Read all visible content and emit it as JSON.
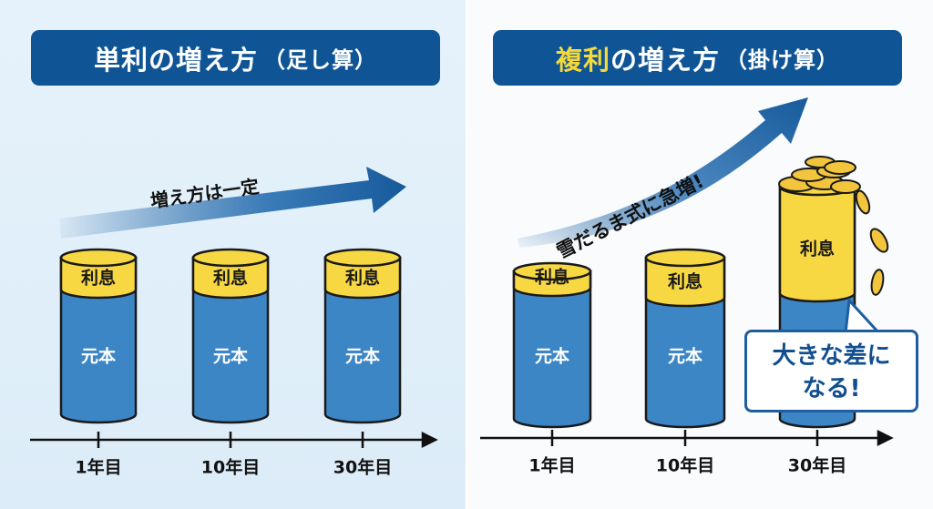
{
  "left_panel": {
    "title_main": "単利の増え方",
    "title_sub": "（足し算）",
    "arrow_label": "増え方は一定",
    "cylinders": [
      {
        "interest": "利息",
        "principal": "元本",
        "year": "1年目"
      },
      {
        "interest": "利息",
        "principal": "元本",
        "year": "10年目"
      },
      {
        "interest": "利息",
        "principal": "元本",
        "year": "30年目"
      }
    ]
  },
  "right_panel": {
    "title_highlight": "複利",
    "title_main": "の増え方",
    "title_sub": "（掛け算）",
    "arrow_label": "雪だるま式に急増!",
    "cylinders": [
      {
        "interest": "利息",
        "principal": "元本",
        "year": "1年目"
      },
      {
        "interest": "利息",
        "principal": "元本",
        "year": "10年目"
      },
      {
        "interest": "利息",
        "year": "30年目"
      }
    ],
    "callout_line1": "大きな差に",
    "callout_line2": "なる!"
  },
  "colors": {
    "navy": "#0f5596",
    "principal_blue": "#3d86c6",
    "interest_yellow": "#f7d842",
    "highlight": "#f5d83a"
  }
}
